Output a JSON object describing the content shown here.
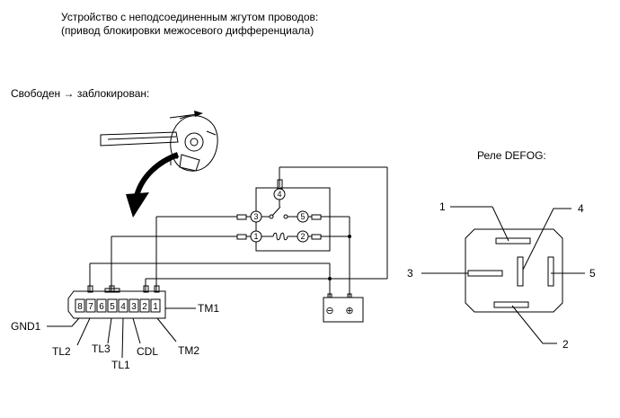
{
  "header": {
    "line1": "Устройство с неподсоединенным жгутом проводов:",
    "line2": "(привод блокировки межосевого дифференциала)"
  },
  "state_label": "Свободен → заблокирован:",
  "relay": {
    "title": "Реле DEFOG:",
    "terminals": [
      "1",
      "2",
      "3",
      "4",
      "5"
    ],
    "internal_pins": [
      "1",
      "2",
      "3",
      "4",
      "5"
    ]
  },
  "connector": {
    "pins": [
      "8",
      "7",
      "6",
      "5",
      "4",
      "3",
      "2",
      "1"
    ],
    "labels": {
      "tm1": "TM1",
      "gnd1": "GND1",
      "tl2": "TL2",
      "tl3": "TL3",
      "tl1": "TL1",
      "cdl": "CDL",
      "tm2": "TM2"
    }
  },
  "battery": {
    "neg": "⊖",
    "pos": "⊕"
  },
  "colors": {
    "line": "#000000",
    "background": "#ffffff",
    "fill_dark": "#000000"
  }
}
